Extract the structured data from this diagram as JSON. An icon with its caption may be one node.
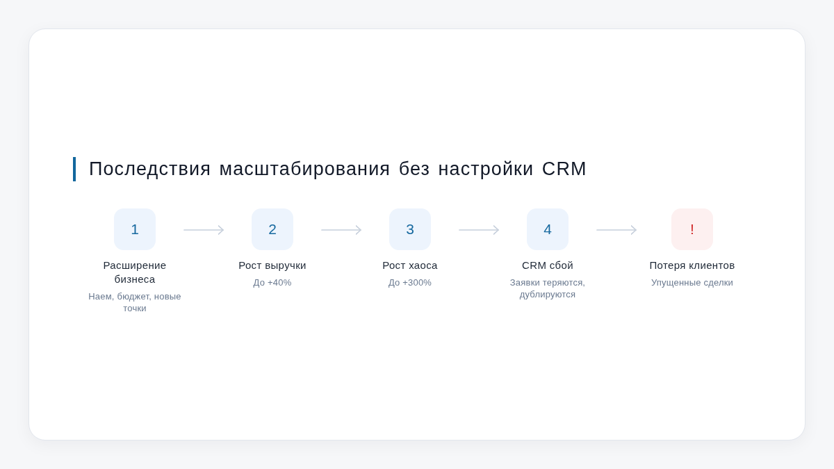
{
  "diagram": {
    "title": "Последствия масштабирования без настройки CRM",
    "nodes": [
      {
        "text": [
          "1",
          "Расширение бизнеса",
          "Наем, бюджет, новые точки"
        ]
      },
      {
        "text": [
          "2",
          "Рост выручки",
          "До +40%"
        ]
      },
      {
        "text": [
          "3",
          "Рост хаоса",
          "До +300%"
        ]
      },
      {
        "text": [
          "4",
          "CRM сбой",
          "Заявки теряются, дублируются"
        ]
      },
      {
        "text": [
          "!",
          "Потеря клиентов",
          "Упущенные сделки"
        ]
      }
    ],
    "edges": [
      {
        "from": 0,
        "to": 1,
        "arrow": "to"
      },
      {
        "from": 1,
        "to": 2,
        "arrow": "to"
      },
      {
        "from": 2,
        "to": 3,
        "arrow": "to"
      },
      {
        "from": 3,
        "to": 4,
        "arrow": "to"
      }
    ]
  }
}
